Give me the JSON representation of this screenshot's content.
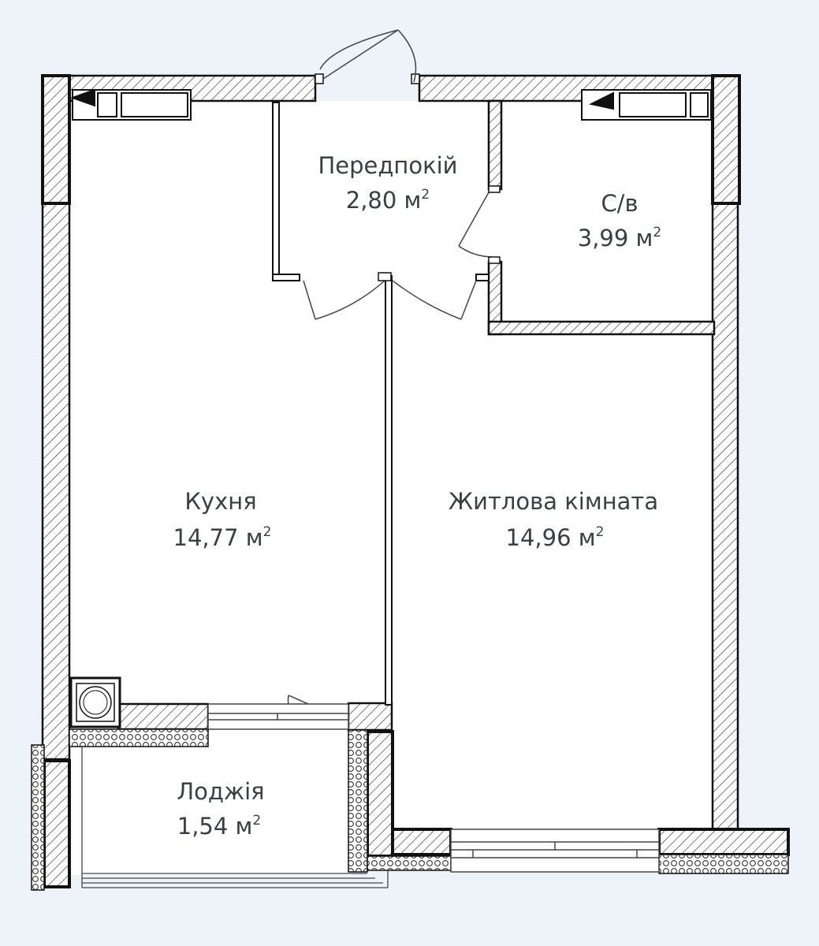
{
  "colors": {
    "background": "#eef3f9",
    "floor": "#ffffff",
    "wall_stroke": "#111111",
    "label": "#3a3f45"
  },
  "rooms": {
    "hallway": {
      "name": "Передпокій",
      "area": "2,80 м",
      "sup": "2"
    },
    "bathroom": {
      "name": "С/в",
      "area": "3,99 м",
      "sup": "2"
    },
    "kitchen": {
      "name": "Кухня",
      "area": "14,77 м",
      "sup": "2"
    },
    "living": {
      "name": "Житлова кімната",
      "area": "14,96 м",
      "sup": "2"
    },
    "loggia": {
      "name": "Лоджія",
      "area": "1,54 м",
      "sup": "2"
    }
  },
  "icons": [
    "radiator-icon",
    "ventilation-shaft-icon",
    "door-swing-icon",
    "window-icon"
  ]
}
